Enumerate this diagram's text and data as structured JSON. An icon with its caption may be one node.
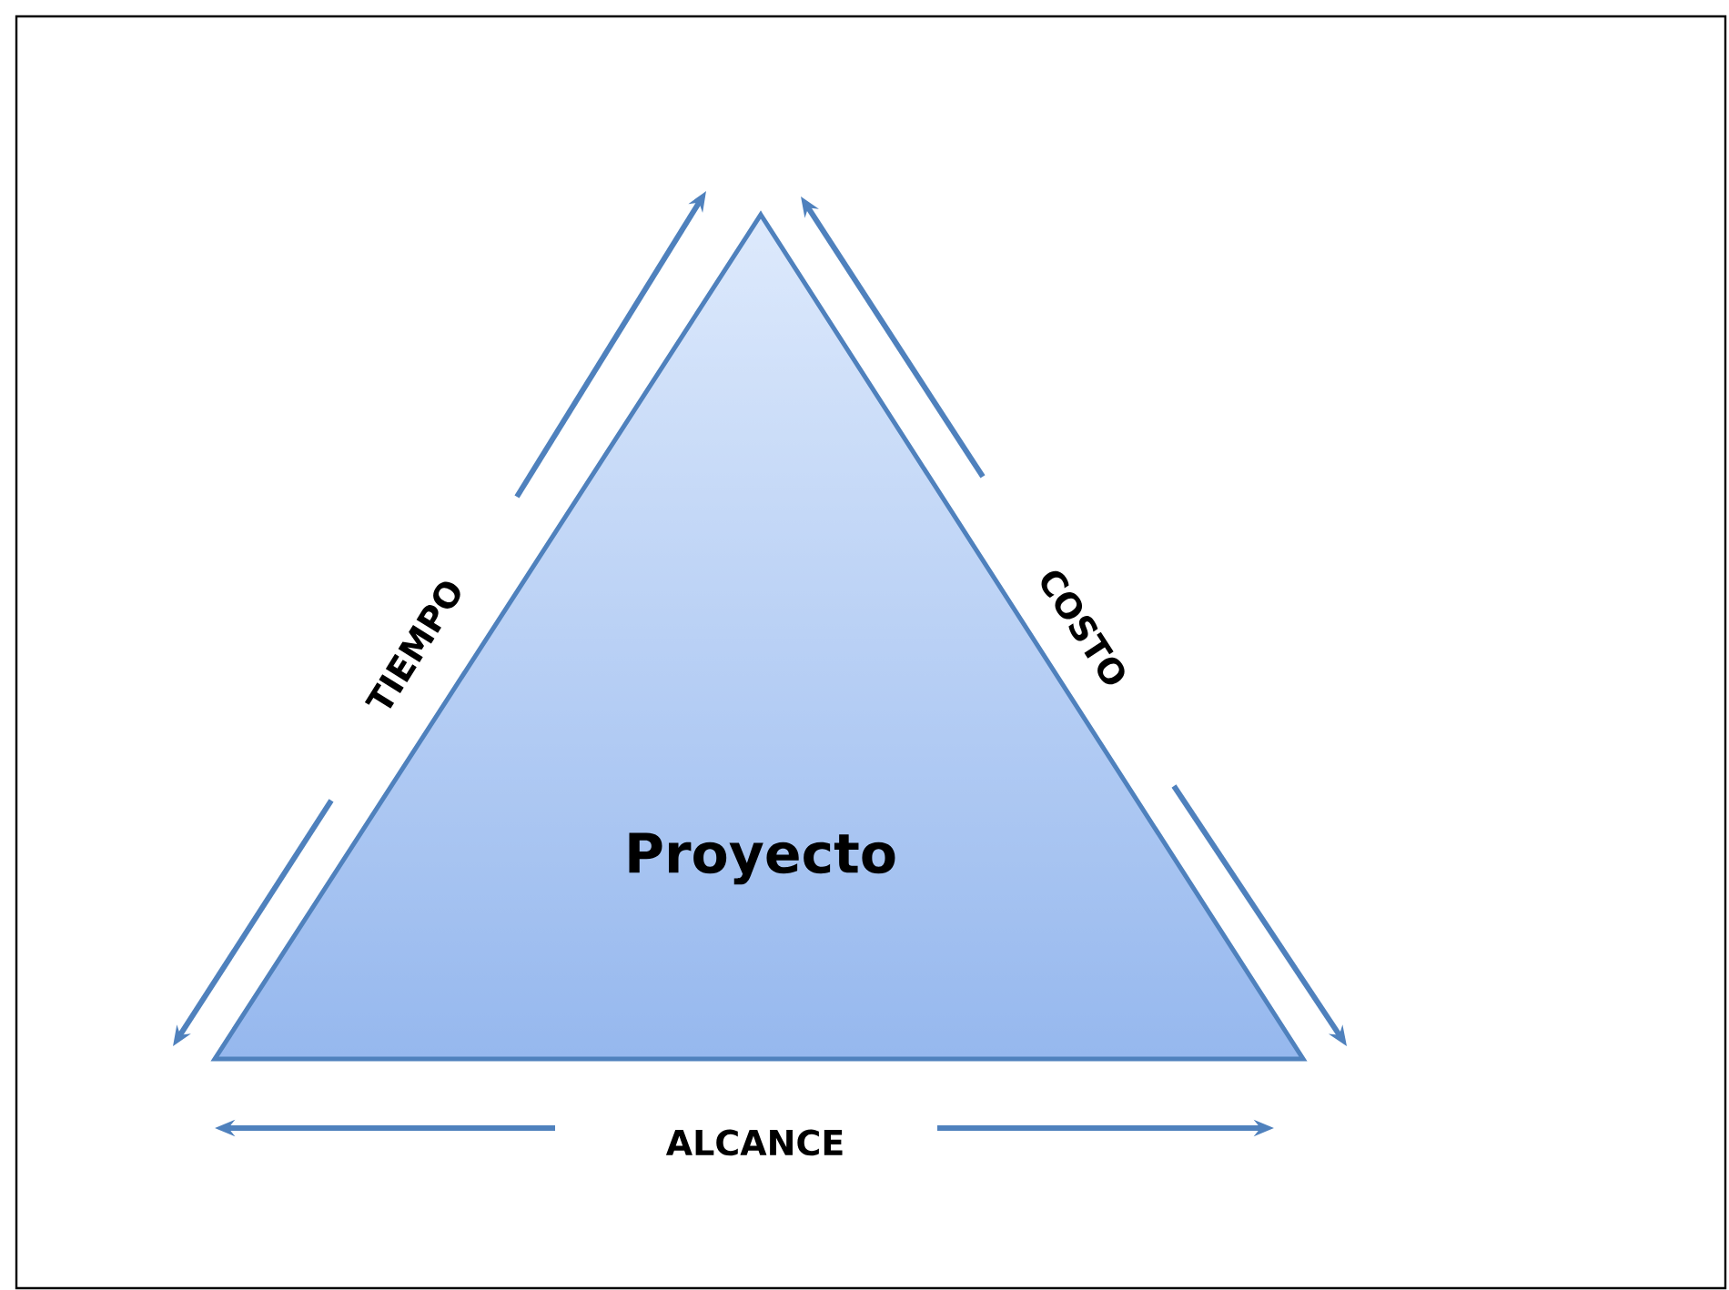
{
  "diagram": {
    "nodes": [
      {
        "text": [
          "Proyecto"
        ]
      }
    ],
    "edges": [],
    "labels": [
      "TIEMPO",
      "COSTO",
      "ALCANCE"
    ]
  }
}
